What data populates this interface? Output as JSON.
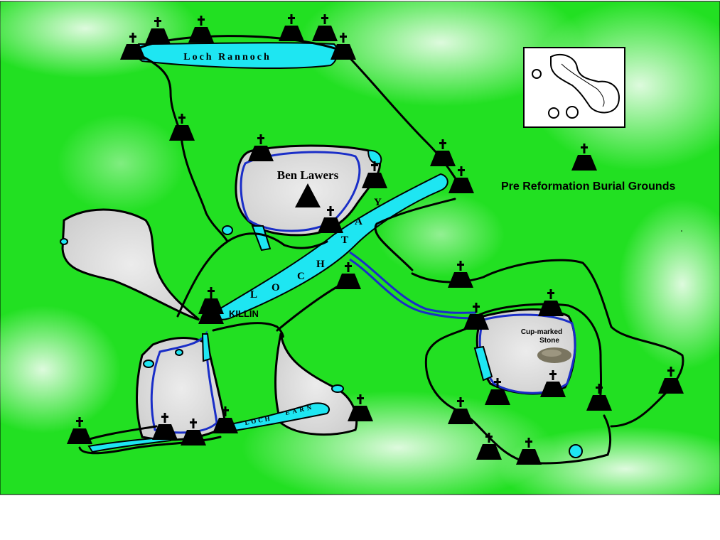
{
  "map": {
    "labels": {
      "loch_rannoch": "Loch Rannoch",
      "ben_lawers": "Ben Lawers",
      "killin": "KILLIN",
      "loch_tay_letters": [
        "Y",
        "A",
        "T",
        "H",
        "C",
        "O",
        "L"
      ],
      "loch_earn_1": "LOCH",
      "loch_earn_2": "EARN",
      "cup_marked_1": "Cup-marked",
      "cup_marked_2": "Stone"
    },
    "legend": {
      "label": "Pre Reformation Burial Grounds",
      "icon": "burial-ground-marker-icon"
    },
    "colors": {
      "land": "#22e022",
      "water": "#1ee6f2",
      "hill": "#d6d6d6",
      "boundary": "#1a2ec8",
      "path": "#000000"
    }
  }
}
